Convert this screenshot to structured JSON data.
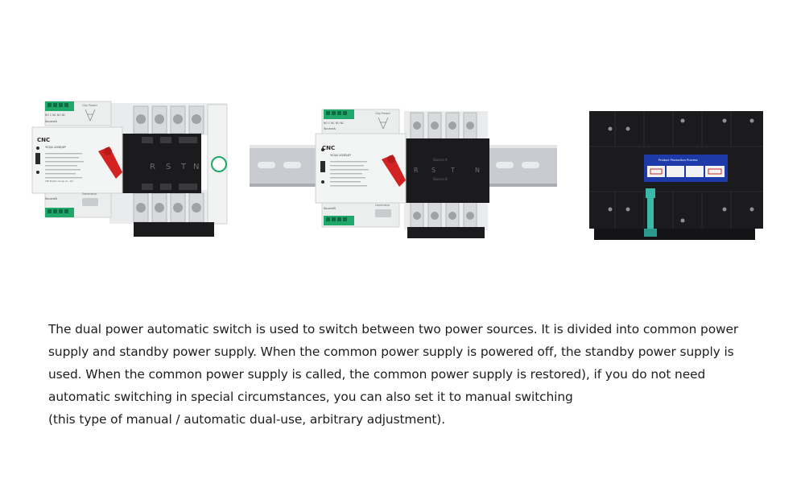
{
  "products": [
    {
      "id": "front",
      "brand": "CNC",
      "model": "YCQ4-100E/4P",
      "top_label": "City Power",
      "source_top": "SourceA",
      "source_bottom": "SourceB",
      "generator_label": "Generator",
      "poles": [
        "R",
        "S",
        "T",
        "N"
      ],
      "terminal_label": "NO C NC NO NC",
      "company": "YBS Electric Group Co., Ltd"
    },
    {
      "id": "rail",
      "brand": "CNC",
      "model": "YCQ4-100E/4P",
      "top_label": "City Power",
      "source_top": "SourceA",
      "source_bottom": "SourceB",
      "generator_label": "Generator",
      "poles": [
        "R",
        "S",
        "T",
        "N"
      ],
      "pole_source_top": "Source A",
      "pole_source_bottom": "Source B",
      "terminal_label": "NO C NC NO NC"
    },
    {
      "id": "back",
      "panel_title": "Product Production Process"
    }
  ],
  "description": {
    "lines": [
      "The dual power automatic switch is used to switch between two power sources. It is divided into common power",
      "supply and standby power supply. When the common power supply is powered off, the standby power supply is",
      "used. When the common power supply is called, the common power supply is restored), if you do not need",
      "automatic switching in special circumstances, you can also set it to manual switching",
      "(this type of manual / automatic dual-use, arbitrary adjustment)."
    ]
  },
  "colors": {
    "handle": "#d32222",
    "terminal_green": "#1fa86a",
    "body_white": "#eef0f0",
    "body_black": "#1b1b1d",
    "rail": "#c8ccd0",
    "back_label": "#1e3aa8",
    "latch": "#3bb8a8"
  }
}
